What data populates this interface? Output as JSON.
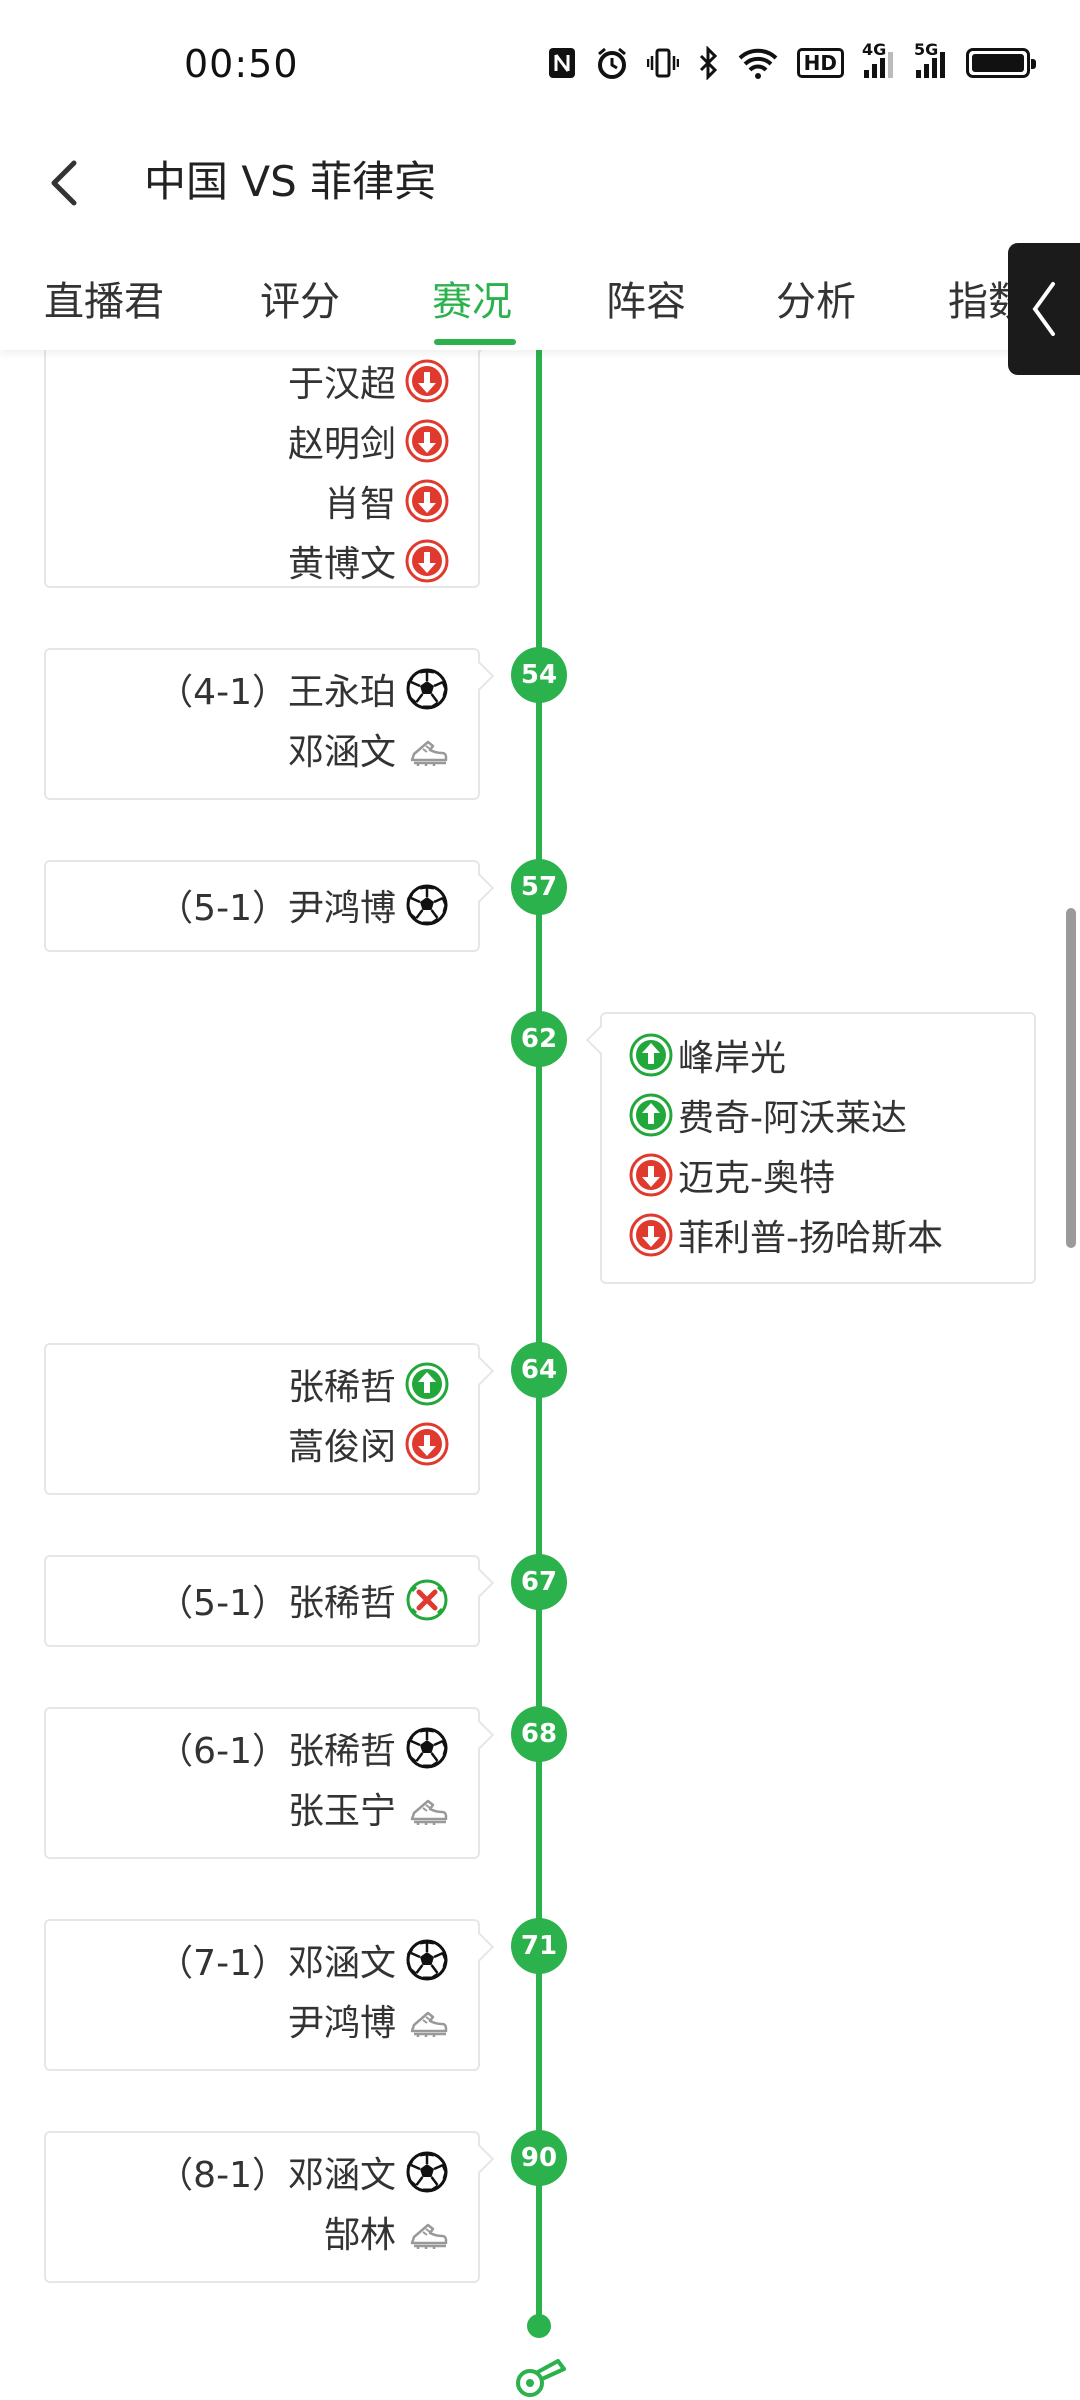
{
  "status_bar": {
    "time": "00:50",
    "icons": [
      "nfc-icon",
      "alarm-icon",
      "vibrate-icon",
      "bluetooth-icon",
      "wifi-icon",
      "hd-icon",
      "signal-4g-icon",
      "signal-5g-icon",
      "battery-icon"
    ],
    "hd_label": "HD",
    "net1": "4G",
    "net2": "5G"
  },
  "header": {
    "title": "中国 VS 菲律宾"
  },
  "tabs": [
    {
      "label": "直播君",
      "active": false
    },
    {
      "label": "评分",
      "active": false
    },
    {
      "label": "赛况",
      "active": true
    },
    {
      "label": "阵容",
      "active": false
    },
    {
      "label": "分析",
      "active": false
    },
    {
      "label": "指数",
      "active": false
    }
  ],
  "colors": {
    "accent": "#2bb24c",
    "sub_in": "#22a83a",
    "sub_out": "#e03a2e"
  },
  "timeline": {
    "top_card": {
      "rows": [
        {
          "name": "于汉超",
          "icon": "sub-out-icon"
        },
        {
          "name": "赵明剑",
          "icon": "sub-out-icon"
        },
        {
          "name": "肖智",
          "icon": "sub-out-icon"
        },
        {
          "name": "黄博文",
          "icon": "sub-out-icon"
        }
      ]
    },
    "events": [
      {
        "minute": "54",
        "side": "left",
        "rows": [
          {
            "score": "（4-1）",
            "name": "王永珀",
            "icon": "goal-icon"
          },
          {
            "score": "",
            "name": "邓涵文",
            "icon": "assist-boot-icon"
          }
        ]
      },
      {
        "minute": "57",
        "side": "left",
        "rows": [
          {
            "score": "（5-1）",
            "name": "尹鸿博",
            "icon": "goal-icon"
          }
        ]
      },
      {
        "minute": "62",
        "side": "right",
        "rows": [
          {
            "name": "峰岸光",
            "icon": "sub-in-icon"
          },
          {
            "name": "费奇-阿沃莱达",
            "icon": "sub-in-icon"
          },
          {
            "name": "迈克-奥特",
            "icon": "sub-out-icon"
          },
          {
            "name": "菲利普-扬哈斯本",
            "icon": "sub-out-icon"
          }
        ]
      },
      {
        "minute": "64",
        "side": "left",
        "rows": [
          {
            "score": "",
            "name": "张稀哲",
            "icon": "sub-in-icon"
          },
          {
            "score": "",
            "name": "蒿俊闵",
            "icon": "sub-out-icon"
          }
        ]
      },
      {
        "minute": "67",
        "side": "left",
        "rows": [
          {
            "score": "（5-1）",
            "name": "张稀哲",
            "icon": "goal-disallowed-icon"
          }
        ]
      },
      {
        "minute": "68",
        "side": "left",
        "rows": [
          {
            "score": "（6-1）",
            "name": "张稀哲",
            "icon": "goal-icon"
          },
          {
            "score": "",
            "name": "张玉宁",
            "icon": "assist-boot-icon"
          }
        ]
      },
      {
        "minute": "71",
        "side": "left",
        "rows": [
          {
            "score": "（7-1）",
            "name": "邓涵文",
            "icon": "goal-icon"
          },
          {
            "score": "",
            "name": "尹鸿博",
            "icon": "assist-boot-icon"
          }
        ]
      },
      {
        "minute": "90",
        "side": "left",
        "rows": [
          {
            "score": "（8-1）",
            "name": "邓涵文",
            "icon": "goal-icon"
          },
          {
            "score": "",
            "name": "郜林",
            "icon": "assist-boot-icon"
          }
        ]
      }
    ]
  }
}
